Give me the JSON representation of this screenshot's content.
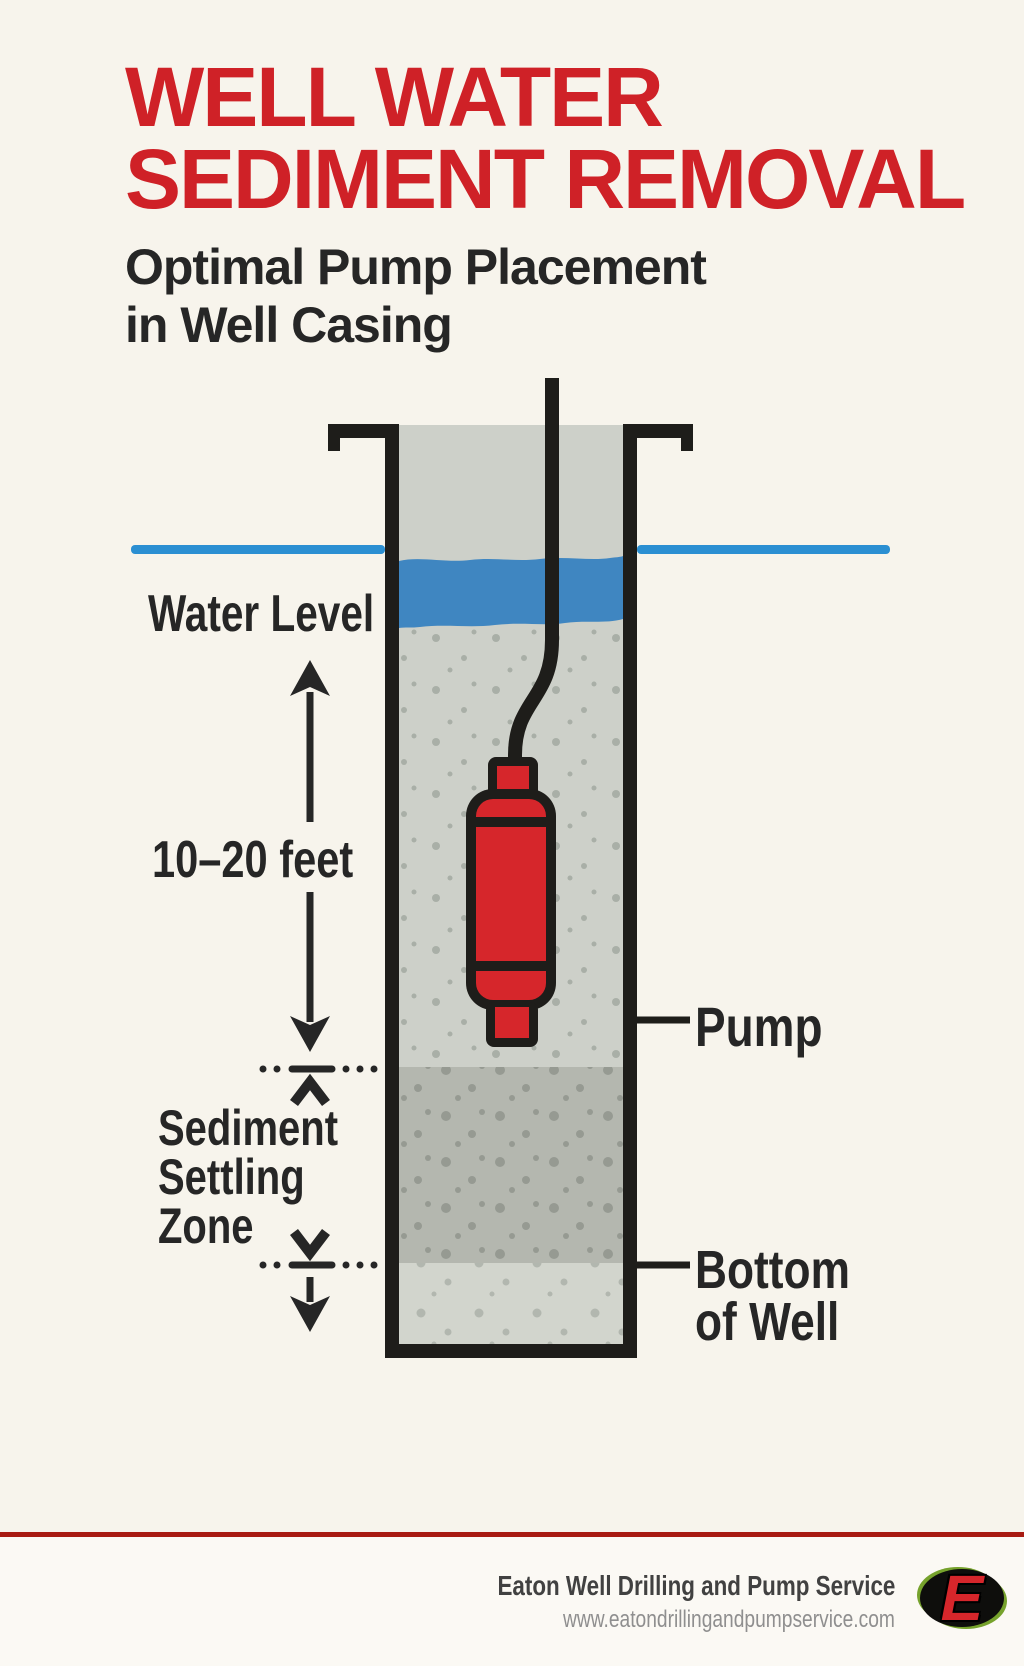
{
  "title": {
    "line1": "WELL WATER",
    "line2": "SEDIMENT REMOVAL"
  },
  "subtitle": {
    "line1": "Optimal Pump Placement",
    "line2": "in Well Casing"
  },
  "diagram": {
    "water_level_label": "Water Level",
    "distance_label": "10–20 feet",
    "sediment_zone_label": [
      "Sediment",
      "Settling",
      "Zone"
    ],
    "pump_label": "Pump",
    "bottom_label": [
      "Bottom",
      "of Well"
    ]
  },
  "footer": {
    "company": "Eaton Well Drilling and Pump Service",
    "website": "www.eatondrillingandpumpservice.com",
    "logo_letter": "E"
  },
  "colors": {
    "bg": "#f7f4ec",
    "accent-red": "#cf2127",
    "ink": "#262626",
    "casing-black": "#1e1d1a",
    "pump-red": "#d6262b",
    "water-line": "#2b8fd2",
    "water-band": "#3f86c1",
    "zone-light": "#cdd0c9",
    "zone-speckle": "#a9afa7",
    "zone-sediment": "#b4b7af",
    "zone-sediment-dot": "#969a92",
    "zone-bottom": "#d2d5cd",
    "zone-bottom-dot": "#b2b7af",
    "footer-rule": "#a81b12",
    "footer-bg": "#fbf9f4",
    "company-gray": "#414141",
    "url-gray": "#8f8f8f",
    "logo-green": "#76a22c",
    "logo-black": "#0e0e0c"
  }
}
